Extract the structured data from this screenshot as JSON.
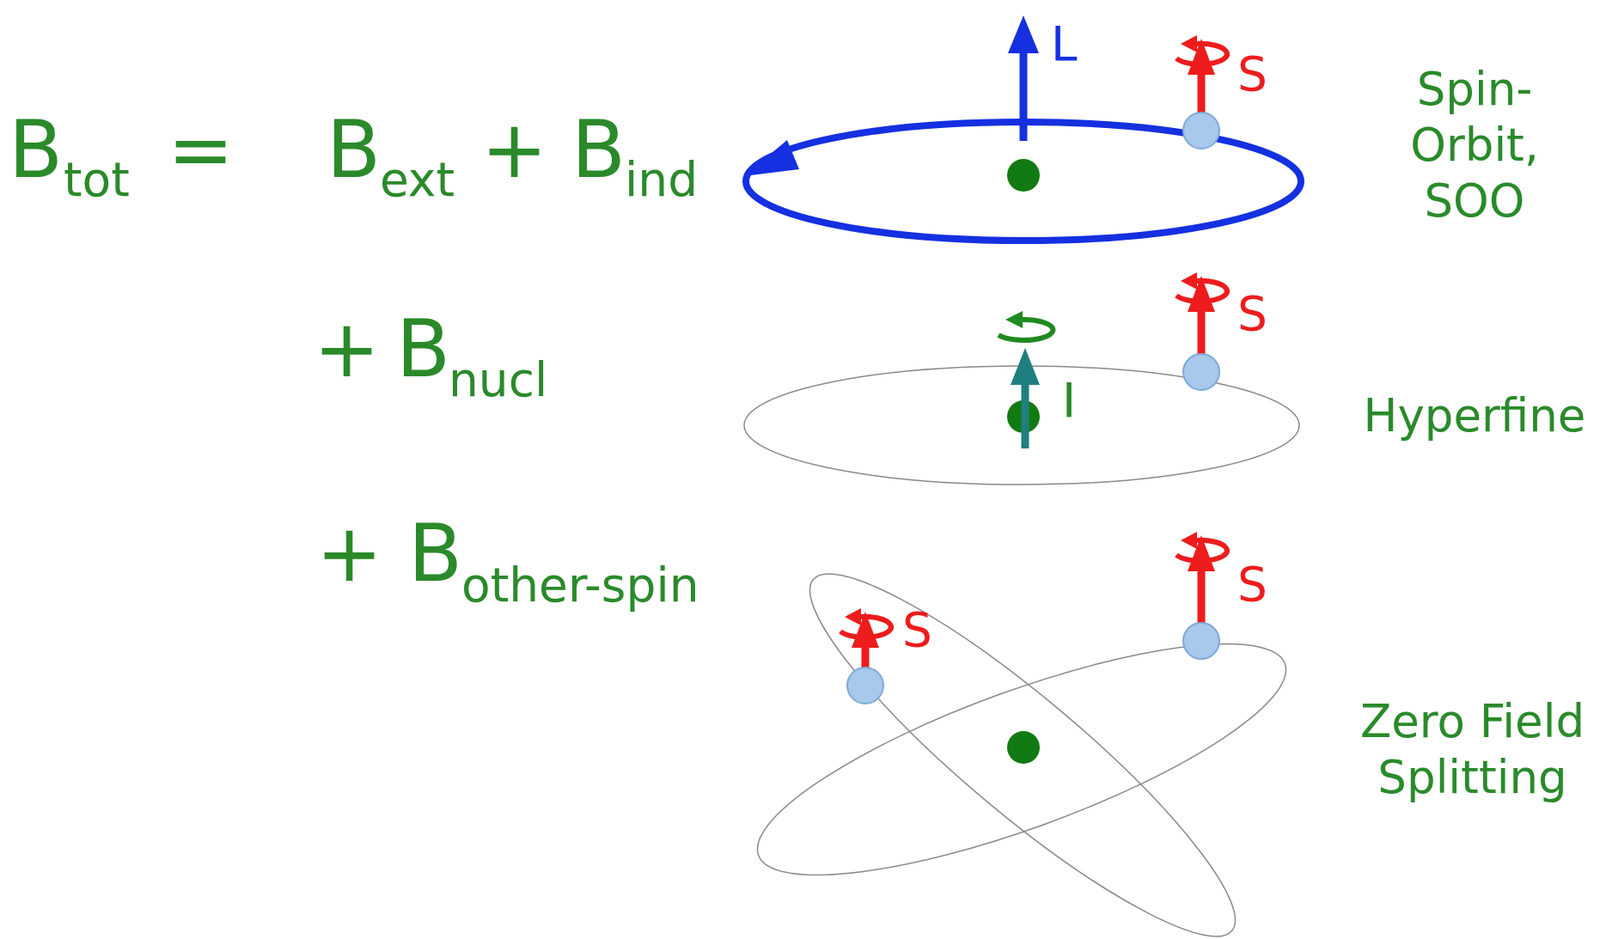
{
  "diagram": {
    "labels": [
      "B",
      "tot",
      "=",
      "B",
      "ext",
      "+",
      "B",
      "ind",
      "+",
      "B",
      "nucl",
      "+",
      "B",
      "other-spin",
      "L",
      "S",
      "Spin- Orbit, SOO",
      "S",
      "I",
      "Hyperfine",
      "S",
      "S",
      "Zero Field Splitting"
    ]
  }
}
